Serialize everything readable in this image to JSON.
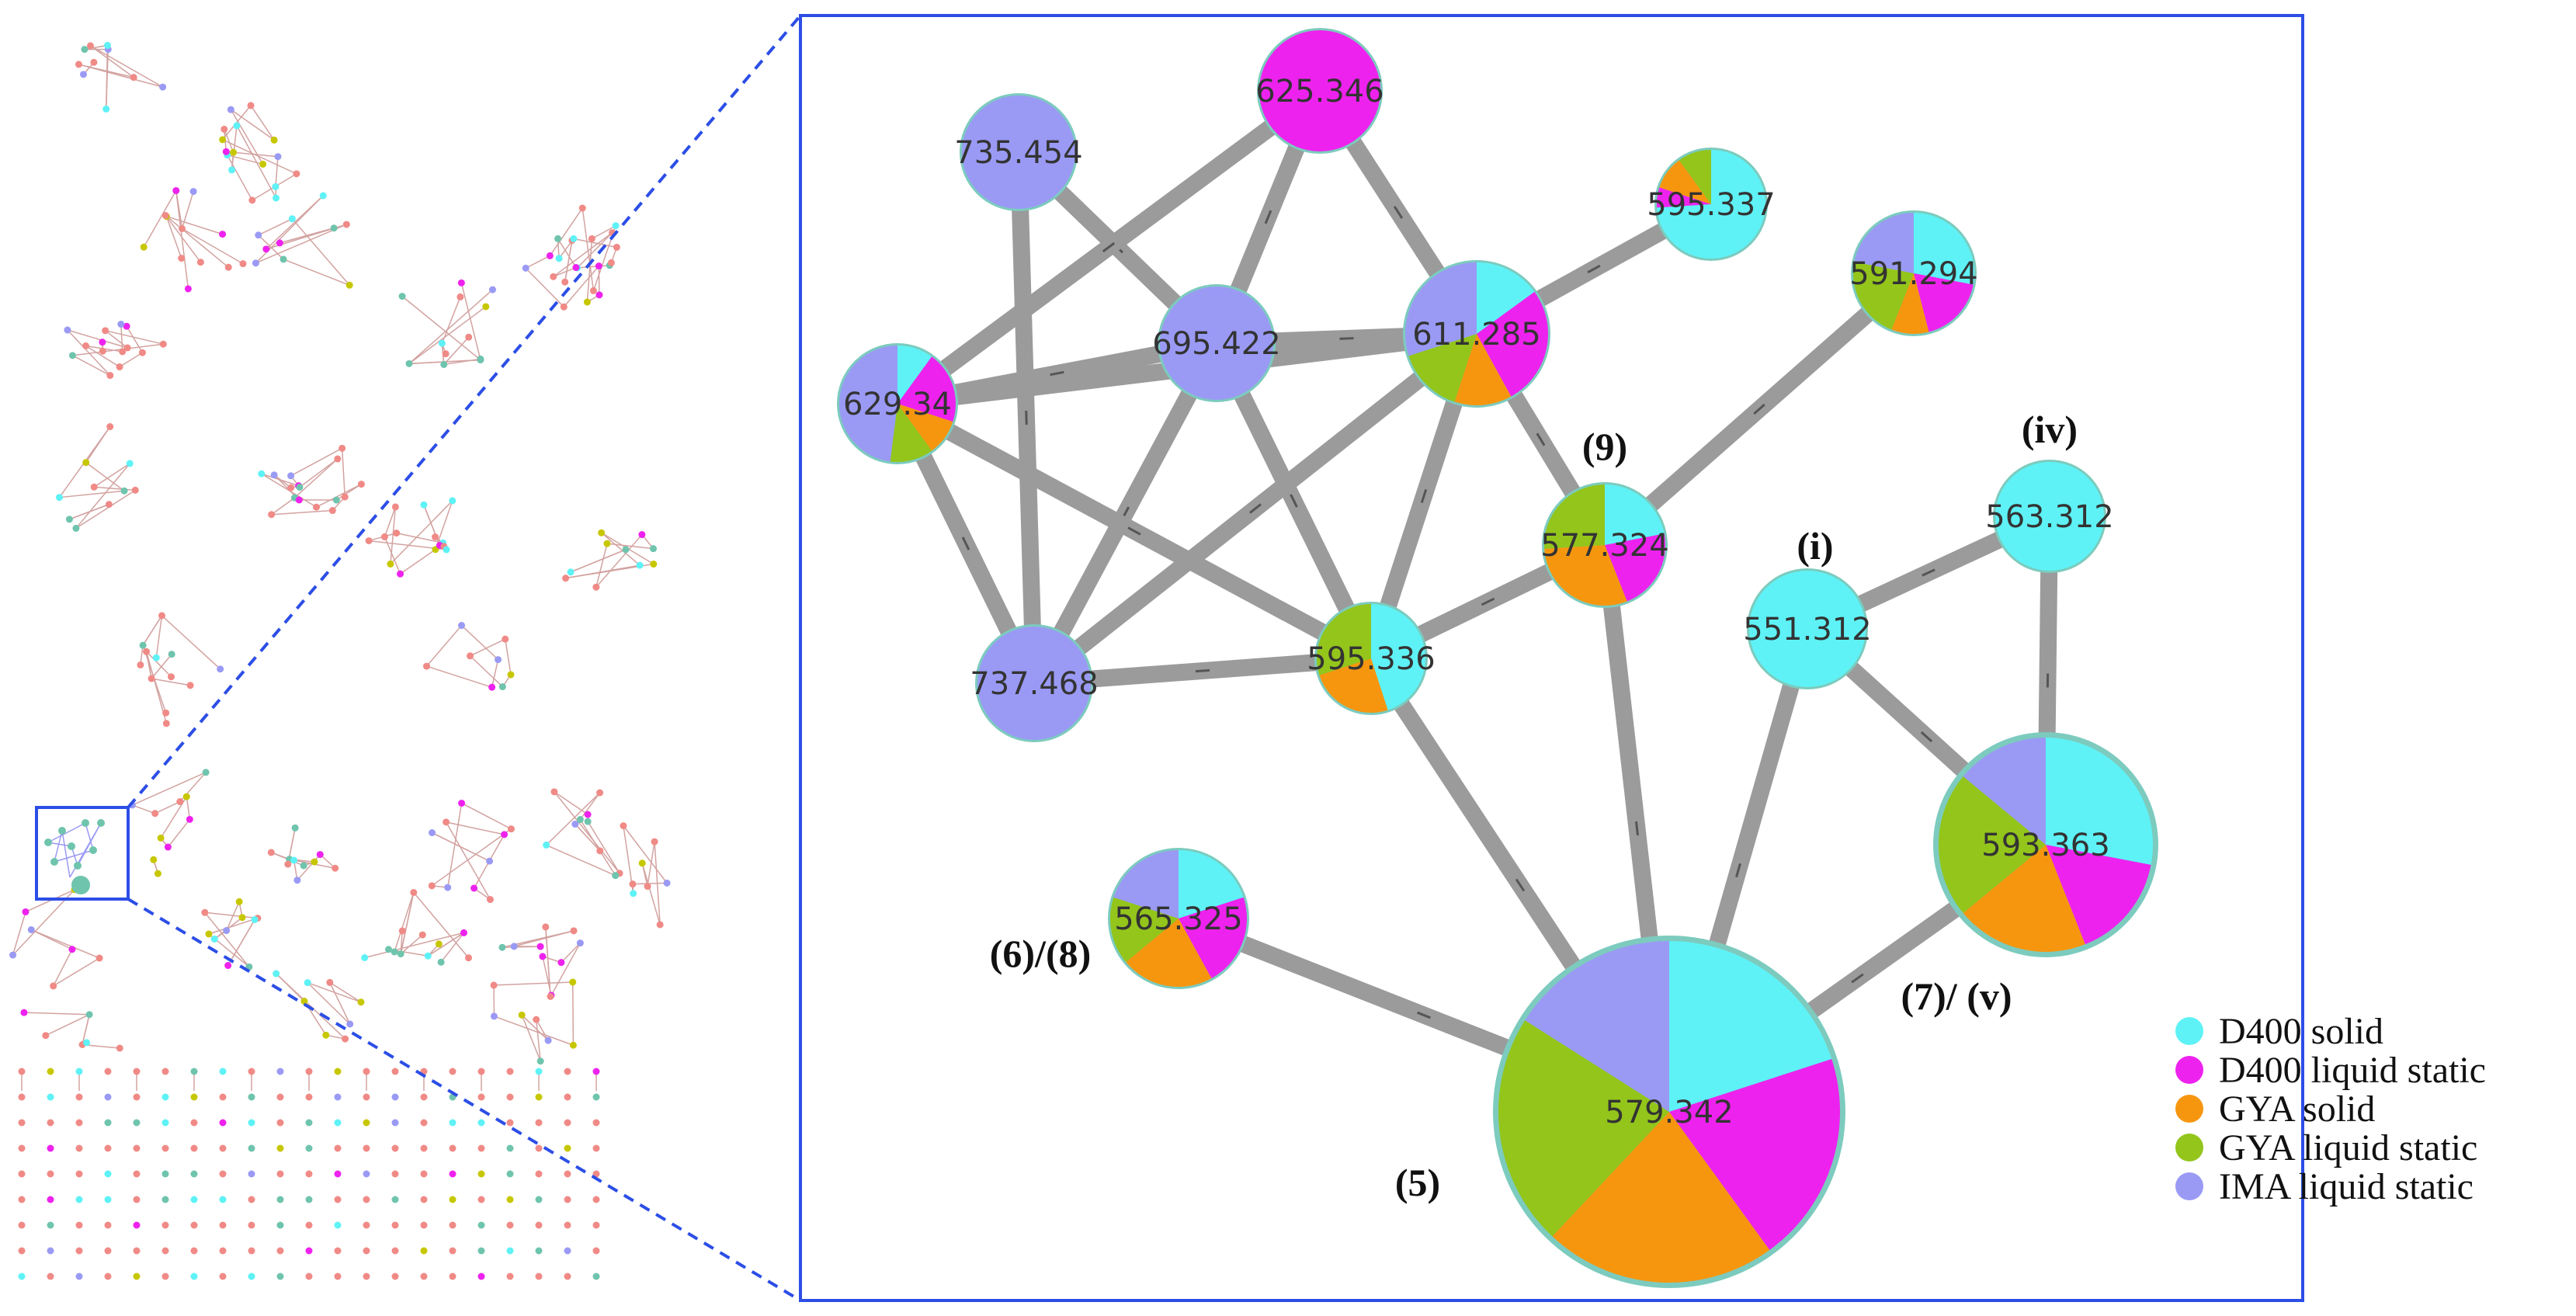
{
  "figure": {
    "nodes": [
      {
        "id": "625.346",
        "label": "625.346",
        "fractions": {
          "d400_liquid": 1
        }
      },
      {
        "id": "735.454",
        "label": "735.454",
        "fractions": {
          "ima_liquid": 1
        }
      },
      {
        "id": "595.337",
        "label": "595.337",
        "fractions": {
          "d400_solid": 0.74,
          "d400_liquid": 0.06,
          "gya_solid": 0.1,
          "gya_liquid": 0.1
        }
      },
      {
        "id": "591.294",
        "label": "591.294",
        "fractions": {
          "d400_solid": 0.28,
          "d400_liquid": 0.18,
          "gya_solid": 0.1,
          "gya_liquid": 0.22,
          "ima_liquid": 0.22
        }
      },
      {
        "id": "611.285",
        "label": "611.285",
        "fractions": {
          "d400_solid": 0.15,
          "d400_liquid": 0.27,
          "gya_solid": 0.13,
          "gya_liquid": 0.15,
          "ima_liquid": 0.3
        }
      },
      {
        "id": "695.422",
        "label": "695.422",
        "fractions": {
          "ima_liquid": 1
        }
      },
      {
        "id": "629.34",
        "label": "629.34",
        "fractions": {
          "d400_solid": 0.1,
          "d400_liquid": 0.2,
          "gya_solid": 0.1,
          "gya_liquid": 0.12,
          "ima_liquid": 0.48
        }
      },
      {
        "id": "577.324",
        "label": "577.324",
        "fractions": {
          "d400_solid": 0.22,
          "d400_liquid": 0.22,
          "gya_solid": 0.3,
          "gya_liquid": 0.26
        }
      },
      {
        "id": "551.312",
        "label": "551.312",
        "fractions": {
          "d400_solid": 1
        }
      },
      {
        "id": "563.312",
        "label": "563.312",
        "fractions": {
          "d400_solid": 1
        }
      },
      {
        "id": "737.468",
        "label": "737.468",
        "fractions": {
          "ima_liquid": 1
        }
      },
      {
        "id": "595.336",
        "label": "595.336",
        "fractions": {
          "d400_solid": 0.45,
          "gya_solid": 0.25,
          "gya_liquid": 0.3
        }
      },
      {
        "id": "593.363",
        "label": "593.363",
        "fractions": {
          "d400_solid": 0.28,
          "d400_liquid": 0.16,
          "gya_solid": 0.2,
          "gya_liquid": 0.22,
          "ima_liquid": 0.14
        }
      },
      {
        "id": "565.325",
        "label": "565.325",
        "fractions": {
          "d400_solid": 0.2,
          "d400_liquid": 0.22,
          "gya_solid": 0.22,
          "gya_liquid": 0.16,
          "ima_liquid": 0.2
        }
      },
      {
        "id": "579.342",
        "label": "579.342",
        "fractions": {
          "d400_solid": 0.2,
          "d400_liquid": 0.2,
          "gya_solid": 0.22,
          "gya_liquid": 0.22,
          "ima_liquid": 0.16
        }
      }
    ],
    "edges": [
      [
        "735.454",
        "695.422"
      ],
      [
        "735.454",
        "737.468"
      ],
      [
        "625.346",
        "629.34"
      ],
      [
        "625.346",
        "695.422"
      ],
      [
        "625.346",
        "611.285"
      ],
      [
        "695.422",
        "629.34"
      ],
      [
        "695.422",
        "611.285"
      ],
      [
        "695.422",
        "595.336"
      ],
      [
        "695.422",
        "737.468"
      ],
      [
        "629.34",
        "611.285"
      ],
      [
        "629.34",
        "737.468"
      ],
      [
        "629.34",
        "595.336"
      ],
      [
        "611.285",
        "595.337"
      ],
      [
        "611.285",
        "577.324"
      ],
      [
        "611.285",
        "595.336"
      ],
      [
        "611.285",
        "737.468"
      ],
      [
        "591.294",
        "577.324"
      ],
      [
        "577.324",
        "595.336"
      ],
      [
        "577.324",
        "579.342"
      ],
      [
        "737.468",
        "595.336"
      ],
      [
        "595.336",
        "579.342"
      ],
      [
        "551.312",
        "563.312"
      ],
      [
        "551.312",
        "593.363"
      ],
      [
        "551.312",
        "579.342"
      ],
      [
        "563.312",
        "593.363"
      ],
      [
        "593.363",
        "579.342"
      ],
      [
        "565.325",
        "579.342"
      ]
    ],
    "annotations": [
      {
        "text": "(9)",
        "node": "577.324"
      },
      {
        "text": "(i)",
        "node": "551.312"
      },
      {
        "text": "(iv)",
        "node": "563.312"
      },
      {
        "text": "(6)/(8)",
        "node": "565.325"
      },
      {
        "text": "(7)/ (v)",
        "node": "593.363"
      },
      {
        "text": "(5)",
        "node": "579.342"
      }
    ]
  },
  "legend": [
    {
      "key": "d400_solid",
      "label": "D400 solid",
      "color": "#5ef2f6"
    },
    {
      "key": "d400_liquid",
      "label": "D400 liquid static",
      "color": "#ee22ee"
    },
    {
      "key": "gya_solid",
      "label": "GYA solid",
      "color": "#f6960f"
    },
    {
      "key": "gya_liquid",
      "label": "GYA liquid static",
      "color": "#93c51b"
    },
    {
      "key": "ima_liquid",
      "label": "IMA liquid static",
      "color": "#9a9af5"
    }
  ],
  "colors": {
    "edge": "#9b9b9b",
    "node_border": "#7ccbbe",
    "zoom_frame": "#2c4ee6",
    "overview_node": "#f08a86",
    "overview_edge": "#d2a3a1"
  }
}
